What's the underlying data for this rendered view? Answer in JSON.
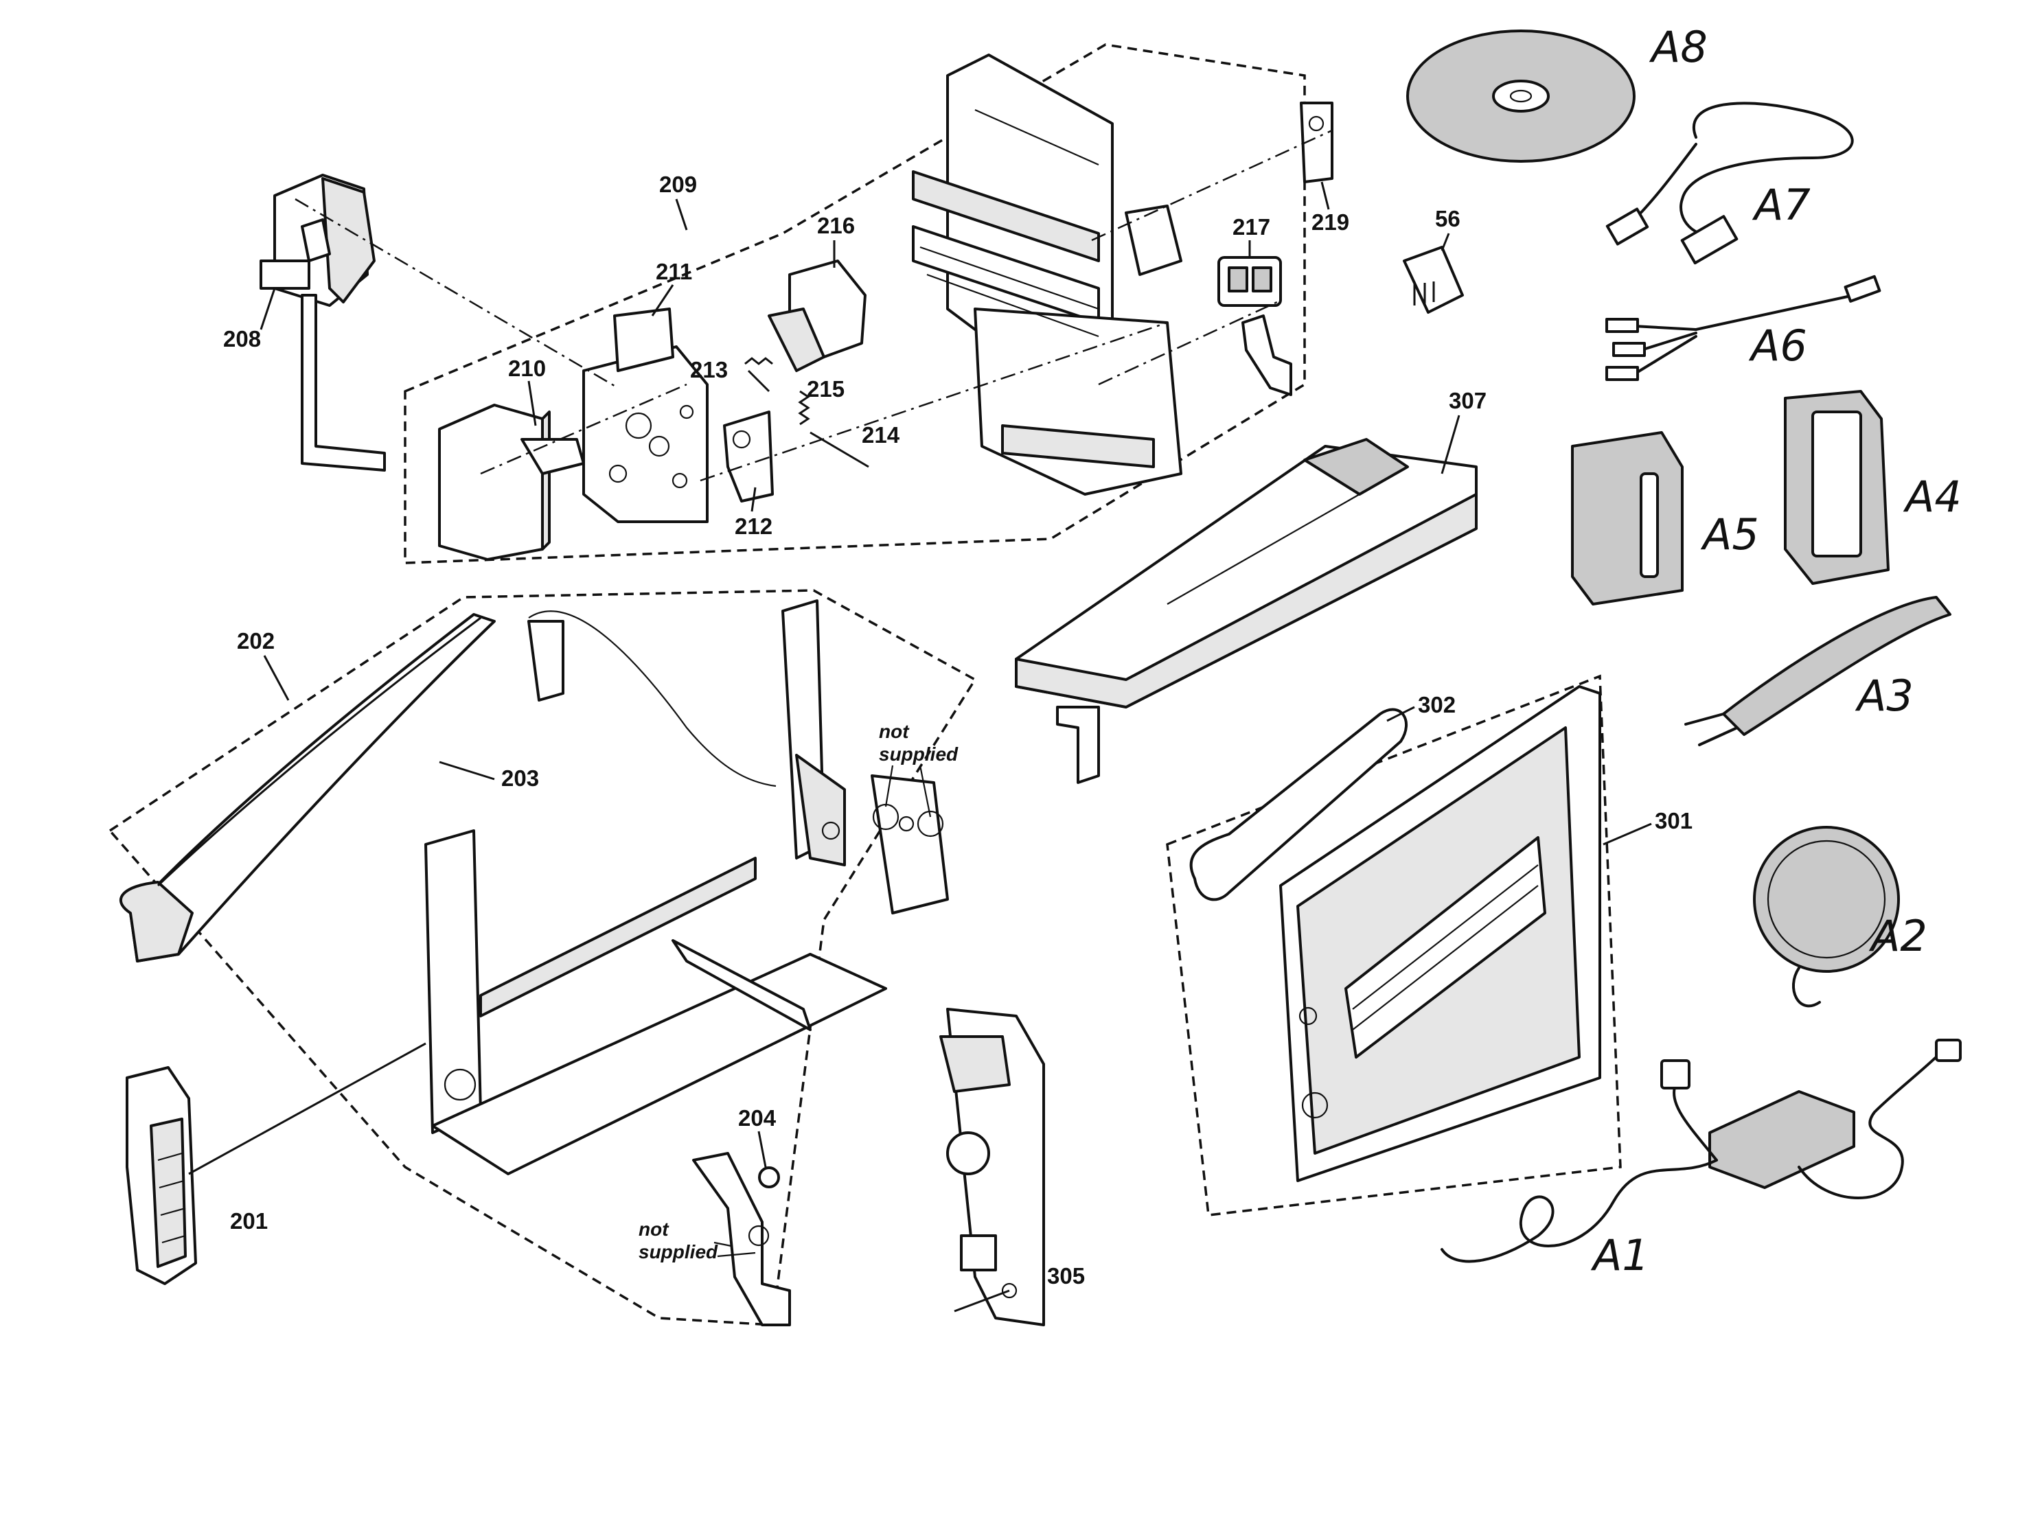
{
  "labels": {
    "p208": "208",
    "p209": "209",
    "p210": "210",
    "p211": "211",
    "p212": "212",
    "p213": "213",
    "p214": "214",
    "p215": "215",
    "p216": "216",
    "p217": "217",
    "p219": "219",
    "p56": "56",
    "p307": "307",
    "p202": "202",
    "p203": "203",
    "p201": "201",
    "p204": "204",
    "p305": "305",
    "p302": "302",
    "p301": "301"
  },
  "accessories": {
    "A8": "A8",
    "A7": "A7",
    "A6": "A6",
    "A5": "A5",
    "A4": "A4",
    "A3": "A3",
    "A2": "A2",
    "A1": "A1"
  },
  "notes": {
    "not_supplied_line1": "not",
    "not_supplied_line2": "supplied"
  }
}
